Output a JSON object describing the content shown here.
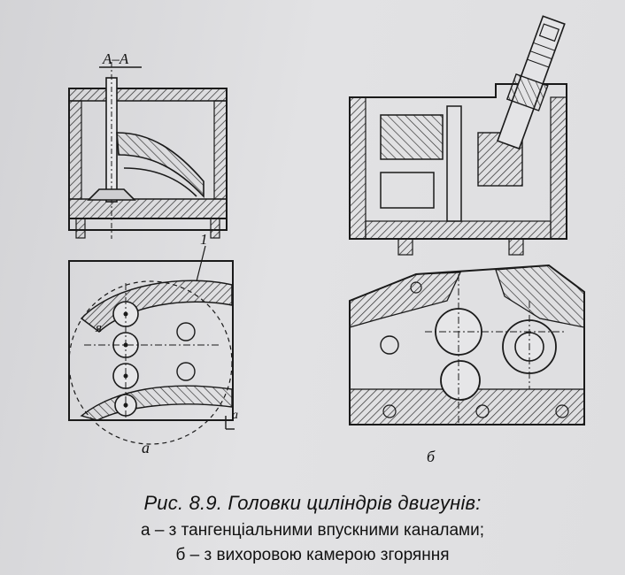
{
  "figure": {
    "section_label": "А–А",
    "callout_1": "1",
    "callout_ya": "я",
    "callout_a_small": "а",
    "sub_a": "а",
    "sub_b": "б"
  },
  "caption": {
    "title": "Рис. 8.9. Головки циліндрів двигунів:",
    "line_a": "а – з тангенціальними впускними каналами;",
    "line_b": "б – з вихоровою камерою згоряння"
  },
  "colors": {
    "paper": "#dedee0",
    "ink": "#1a1a1a",
    "hatch": "#2a2a2a"
  }
}
